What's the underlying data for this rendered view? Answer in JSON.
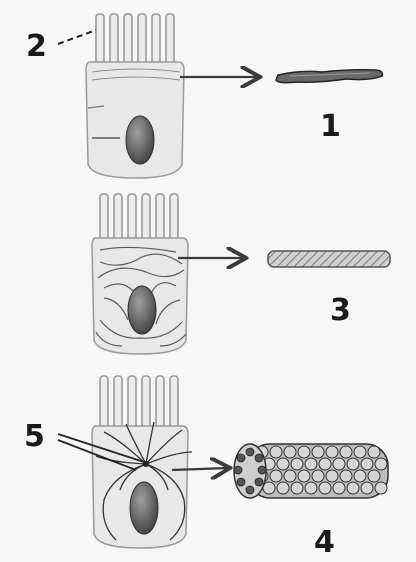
{
  "labels": {
    "one": "1",
    "two": "2",
    "three": "3",
    "four": "4",
    "five": "5"
  },
  "colors": {
    "background": "#f7f7f7",
    "cell_fill": "#e6e6e6",
    "outline": "#8a8a8a",
    "nucleus": "#6b6b6b",
    "filament_dark": "#2b2b2b",
    "arrow": "#5a5a5a"
  }
}
